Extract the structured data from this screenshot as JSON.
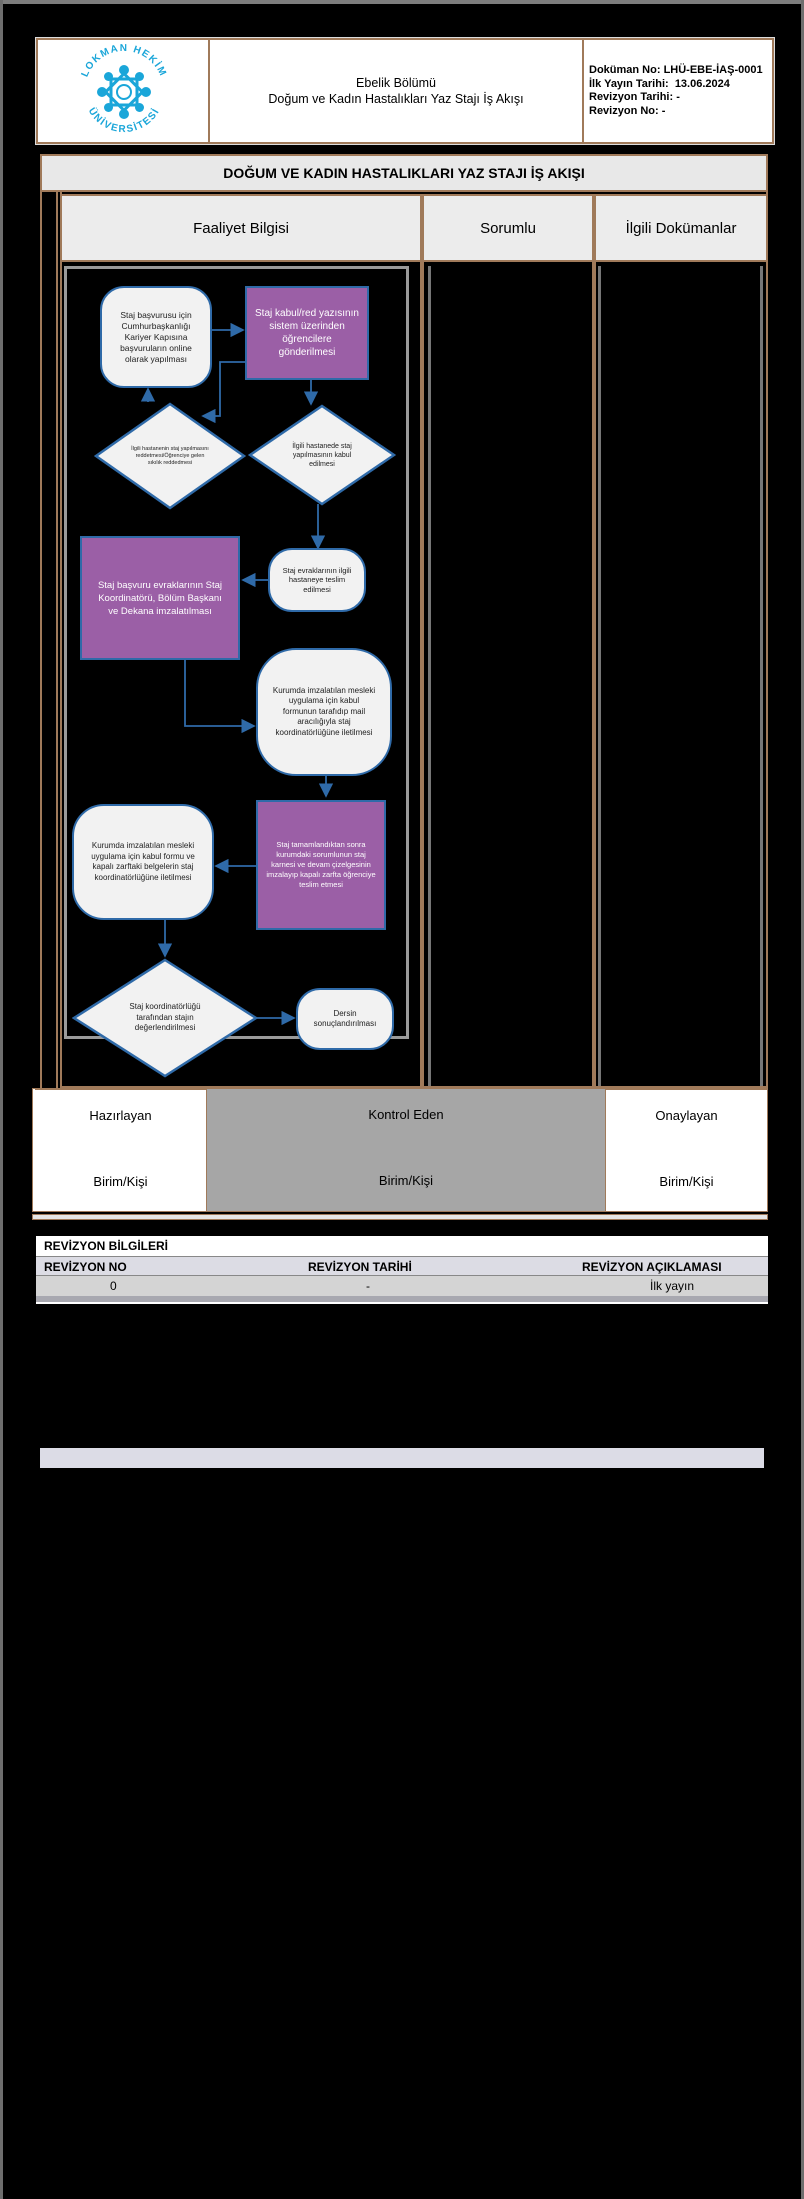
{
  "header": {
    "logo_text": "LOKMAN HEKİM ÜNİVERSİTESİ",
    "dept": "Ebelik Bölümü",
    "doc_title": "Doğum ve Kadın Hastalıkları Yaz Stajı İş Akışı",
    "doc_no_label": "Doküman No:",
    "doc_no": "LHÜ-EBE-İAŞ-0001",
    "pub_date_label": "İlk Yayın Tarihi:",
    "pub_date": "13.06.2024",
    "rev_date_label": "Revizyon Tarihi:",
    "rev_date": "-",
    "rev_no_label": "Revizyon No:",
    "rev_no": "-"
  },
  "table": {
    "main_title": "DOĞUM VE KADIN HASTALIKLARI YAZ STAJI İŞ AKIŞI",
    "col_activity": "Faaliyet Bilgisi",
    "col_responsible": "Sorumlu",
    "col_documents": "İlgili Dokümanlar"
  },
  "flow": {
    "step1": "Staj başvurusu için Cumhurbaşkanlığı Kariyer Kapısına başvuruların online olarak yapılması",
    "step2": "Staj kabul/red yazısının sistem üzerinden öğrencilere gönderilmesi",
    "step3": "İlgili hastanenin staj yapılmasını reddetmesi/Öğrenciye gelen sıkılık reddedmesi",
    "step4": "İlgili hastanede staj yapılmasının kabul edilmesi",
    "step5": "Staj evraklarının ilgili hastaneye teslim edilmesi",
    "step6": "Staj başvuru evraklarının Staj Koordinatörü, Bölüm Başkanı ve Dekana imzalatılması",
    "step7": "Kurumda imzalatılan mesleki uygulama için kabul formunun tarafıdıp mail aracılığıyla staj koordinatörlüğüne iletilmesi",
    "step8": "Staj tamamlandıktan sonra kurumdaki sorumlunun staj karnesi ve devam çizelgesinin imzalayıp kapalı zarfta öğrenciye teslim etmesi",
    "step9": "Kurumda imzalatılan mesleki uygulama için kabul formu ve kapalı zarftaki belgelerin staj koordinatörlüğüne iletilmesi",
    "step10": "Staj koordinatörlüğü tarafından stajın değerlendirilmesi",
    "step11": "Dersin sonuçlandırılması"
  },
  "signatures": {
    "prepared": "Hazırlayan",
    "controlled": "Kontrol Eden",
    "approved": "Onaylayan",
    "unit1": "Birim/Kişi",
    "unit2": "Birim/Kişi",
    "unit3": "Birim/Kişi"
  },
  "revision": {
    "title": "REVİZYON BİLGİLERİ",
    "col_no": "REVİZYON NO",
    "col_date": "REVİZYON TARİHİ",
    "col_desc": "REVİZYON AÇIKLAMASI",
    "row_no": "0",
    "row_date": "-",
    "row_desc": "İlk yayın"
  },
  "colors": {
    "border": "#a07a5a",
    "flow_blue": "#2f6aa8",
    "flow_purple": "#9b5fa6",
    "logo_blue": "#1aa6d9"
  }
}
